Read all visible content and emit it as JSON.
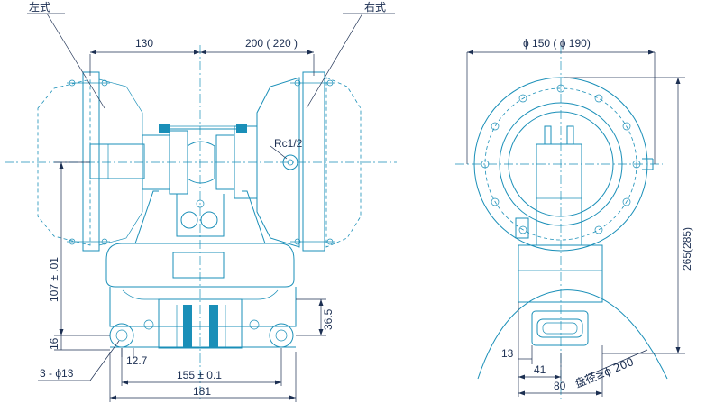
{
  "labels": {
    "left_type": "左式",
    "right_type": "右式",
    "dim_130": "130",
    "dim_200": "200 ( 220 )",
    "port": "Rc1/2",
    "dim_107": "107 ± .01",
    "dim_36_5": "36.5",
    "dim_16": "16",
    "dim_12_7": "12.7",
    "holes": "3 - ϕ13",
    "dim_155": "155 ± 0.1",
    "dim_181": "181",
    "diam_150": "ϕ 150 ( ϕ 190)",
    "dim_265": "265(285)",
    "dim_13": "13",
    "dim_41": "41",
    "dim_80": "80",
    "disc_diam": "盘径≥ϕ 200"
  },
  "colors": {
    "line": "#1a8fb8",
    "text": "#1c2f52",
    "background": "#ffffff"
  }
}
